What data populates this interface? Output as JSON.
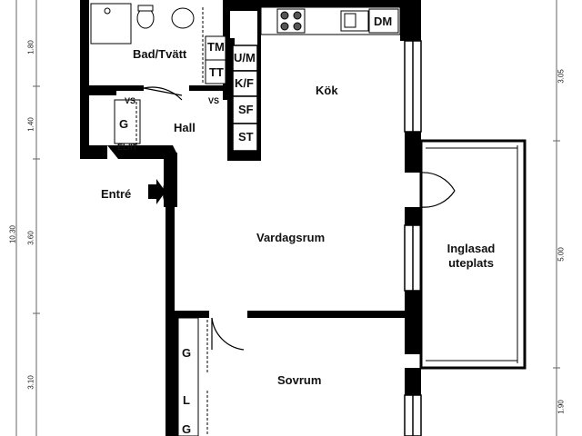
{
  "rooms": {
    "bathroom": "Bad/Tvätt",
    "kitchen": "Kök",
    "hall": "Hall",
    "entrance": "Entré",
    "living_room": "Vardagsrum",
    "glazed_patio": "Inglasad uteplats",
    "bedroom": "Sovrum"
  },
  "fixtures": {
    "dishwasher": "DM",
    "washing_machine": "TM",
    "tumble_dryer": "TT",
    "oven_microwave": "U/M",
    "fridge_freezer": "K/F",
    "freezer_cabinet": "SF",
    "broom_closet": "ST",
    "wardrobe_hall": "G",
    "electrical_it": "EL/IT",
    "water_heater_1": "VS",
    "water_heater_2": "VS",
    "wardrobe_bedroom_1": "G",
    "linen_bedroom": "L",
    "wardrobe_bedroom_2": "G"
  },
  "dimensions": {
    "left_total": "10.30",
    "left_1": "1.80",
    "left_2": "1.40",
    "left_3": "3.60",
    "left_4": "3.10",
    "right_1": "3.05",
    "right_2": "5.00",
    "right_3": "1.90"
  },
  "colors": {
    "wall": "#000000",
    "line": "#222222",
    "window": "#ffffff"
  }
}
